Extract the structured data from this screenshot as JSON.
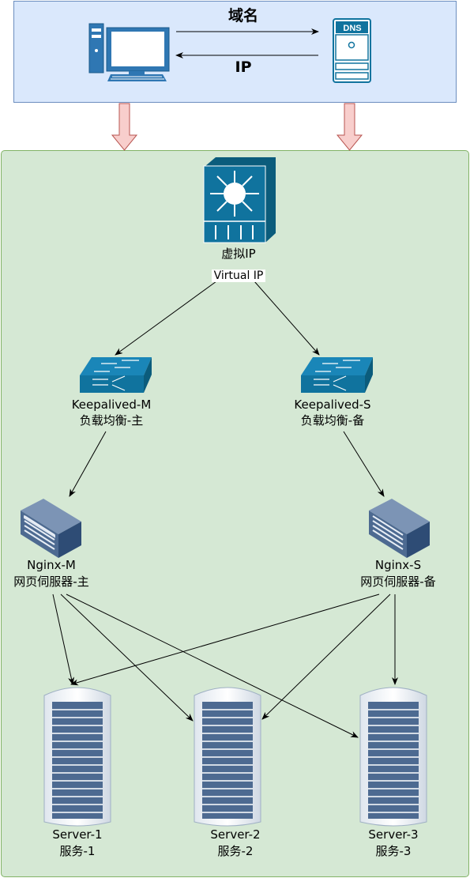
{
  "top": {
    "domain_label": "域名",
    "ip_label": "IP",
    "dns_label": "DNS"
  },
  "vip": {
    "name": "虚拟IP",
    "subtitle": "Virtual IP"
  },
  "lb_master": {
    "name": "Keepalived-M",
    "role": "负载均衡-主"
  },
  "lb_slave": {
    "name": "Keepalived-S",
    "role": "负载均衡-备"
  },
  "nginx_master": {
    "name": "Nginx-M",
    "role": "网页伺服器-主"
  },
  "nginx_slave": {
    "name": "Nginx-S",
    "role": "网页伺服器-备"
  },
  "servers": [
    {
      "name": "Server-1",
      "role": "服务-1"
    },
    {
      "name": "Server-2",
      "role": "服务-2"
    },
    {
      "name": "Server-3",
      "role": "服务-3"
    }
  ],
  "colors": {
    "dns_panel_fill": "#dae8fc",
    "cluster_panel_fill": "#d5e8d4",
    "icon_blue": "#10739e",
    "server_fill": "#4d6a91",
    "arrow_fill": "#f8cecc",
    "arrow_stroke": "#b85450"
  }
}
